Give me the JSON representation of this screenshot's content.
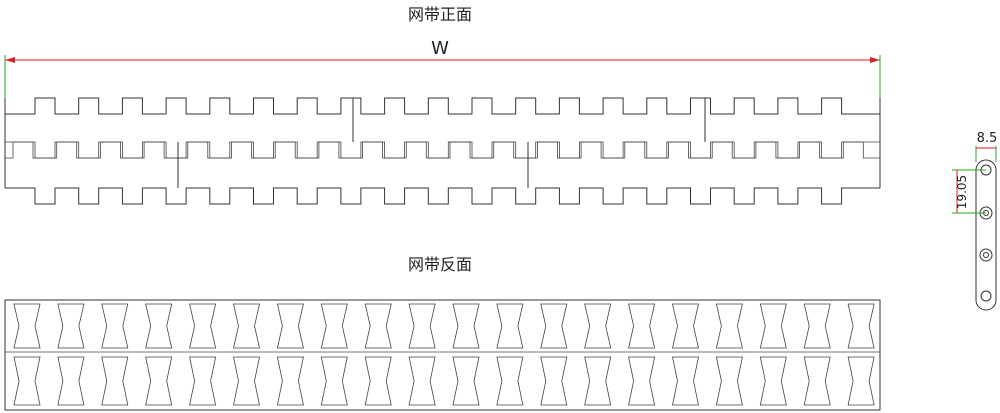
{
  "front_title": "网带正面",
  "back_title": "网带反面",
  "width_label": "W",
  "pitch_label": "19.05",
  "thickness_label": "8.5",
  "colors": {
    "dimension": "#dd2222",
    "extension": "#22aa22",
    "outline": "#333333"
  }
}
